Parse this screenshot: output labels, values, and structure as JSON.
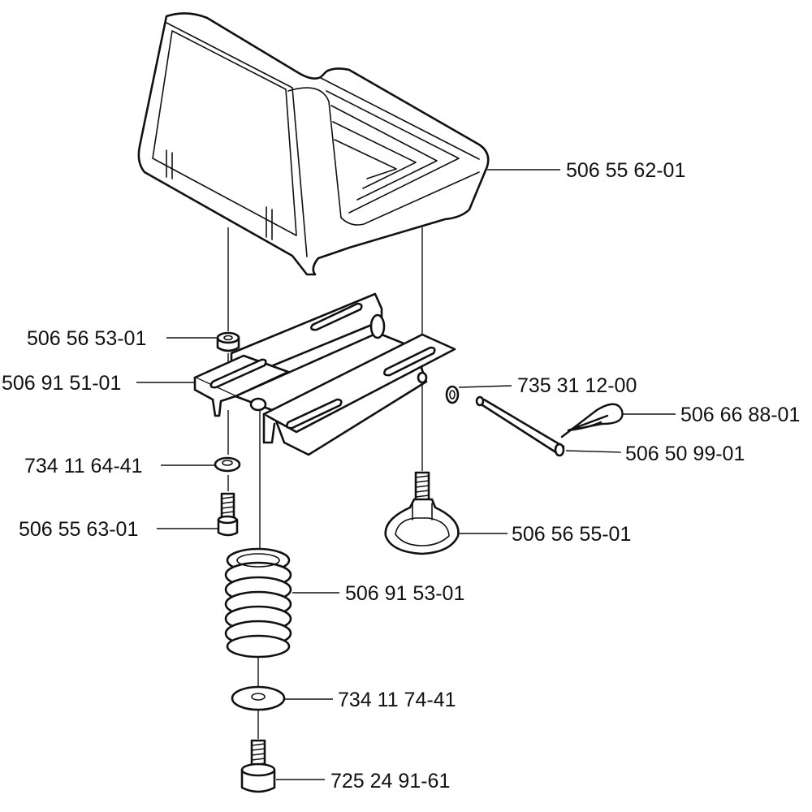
{
  "parts": {
    "seat": "506 55 62-01",
    "nut": "506 56 53-01",
    "bracket": "506 91 51-01",
    "washer_small": "734 11 64-41",
    "bolt_small": "506 55 63-01",
    "spring": "506 91 53-01",
    "washer_large": "734 11 74-41",
    "bolt_large": "725 24 91-61",
    "washer_pin": "735 31 12-00",
    "clip": "506 66 88-01",
    "pin": "506 50 99-01",
    "knob": "506 56 55-01"
  }
}
